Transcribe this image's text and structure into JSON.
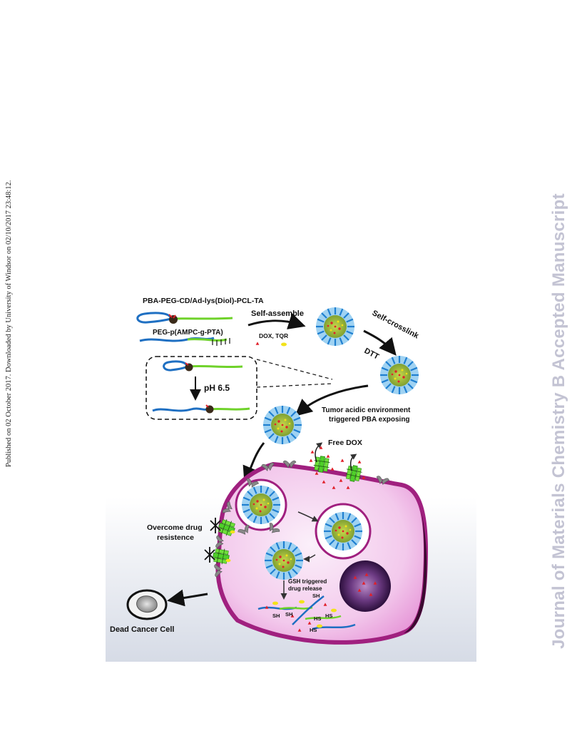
{
  "sidebar_left": "Published on 02 October 2017. Downloaded by University of Windsor on 02/10/2017 23:48:12.",
  "sidebar_right": "Journal of Materials Chemistry B Accepted Manuscript",
  "figure": {
    "label_polymer1": "PBA-PEG-CD/Ad-lys(Diol)-PCL-TA",
    "label_polymer2": "PEG-p(AMPC-g-PTA)",
    "label_self_assemble": "Self-assemble",
    "label_dox_tqr": "DOX, TQR",
    "label_self_crosslink": "Self-crosslink",
    "label_dtt": "DTT",
    "label_ph": "pH 6.5",
    "label_tumor_line1": "Tumor acidic environment",
    "label_tumor_line2": "triggered PBA exposing",
    "label_free_dox": "Free DOX",
    "label_overcome_line1": "Overcome drug",
    "label_overcome_line2": "resistence",
    "label_gsh_line1": "GSH triggered",
    "label_gsh_line2": "drug release",
    "label_sh1": "SH",
    "label_sh2": "SH",
    "label_sh3": "SH",
    "label_hs1": "HS",
    "label_hs2": "HS",
    "label_hs3": "HS",
    "label_dead_cell": "Dead Cancer Cell",
    "colors": {
      "peg_blue": "#1e6fc2",
      "pcl_green": "#6fd22a",
      "membrane_magenta": "#a0207f",
      "dox_red": "#e0202a",
      "tqr_yellow": "#f2e21a",
      "nucleus_purple": "#4b1f63"
    }
  }
}
